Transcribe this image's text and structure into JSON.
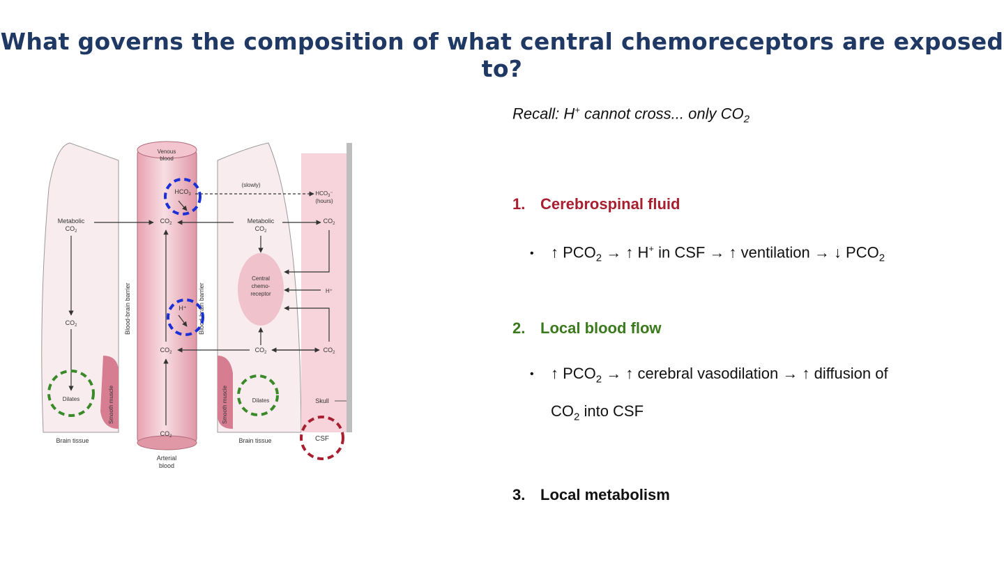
{
  "slide": {
    "title": "What governs the composition of what central chemoreceptors are exposed to?"
  },
  "recall": {
    "prefix": "Recall: H",
    "plus": "+",
    "middle": " cannot cross... only CO",
    "sub": "2"
  },
  "points": [
    {
      "number": "1.",
      "heading": "Cerebrospinal fluid",
      "color": "#a8202f",
      "bullet": {
        "p1": "↑ PCO",
        "s1": "2",
        "p2": " → ↑ H",
        "plus": "+",
        "p3": " in CSF → ↑ ventilation → ↓ PCO",
        "s2": "2"
      }
    },
    {
      "number": "2.",
      "heading": "Local blood flow",
      "color": "#3a7a1d",
      "bullet": {
        "p1": "↑ PCO",
        "s1": "2",
        "p2": " → ↑ cerebral vasodilation → ↑ diffusion of",
        "p3": "CO",
        "s2": "2",
        "p4": " into CSF"
      }
    },
    {
      "number": "3.",
      "heading": "Local metabolism",
      "color": "#111111"
    }
  ],
  "diagram": {
    "venous": [
      "Venous",
      "blood"
    ],
    "arterial": [
      "Arterial",
      "blood"
    ],
    "slowly": "(slowly)",
    "hco3_hours": [
      "HCO",
      "3",
      "⁻",
      "(hours)"
    ],
    "hco3": "HCO",
    "hco3_sub": "3",
    "metabolic": "Metabolic",
    "co2": "CO",
    "co2_sub": "2",
    "central": [
      "Central",
      "chemo-",
      "receptor"
    ],
    "h_plus": "H⁺",
    "bbb": "Blood-brain barrier",
    "smooth": "Smooth muscle",
    "dilates": "Dilates",
    "skull": "Skull",
    "brain_tissue": "Brain tissue",
    "csf": "CSF"
  }
}
